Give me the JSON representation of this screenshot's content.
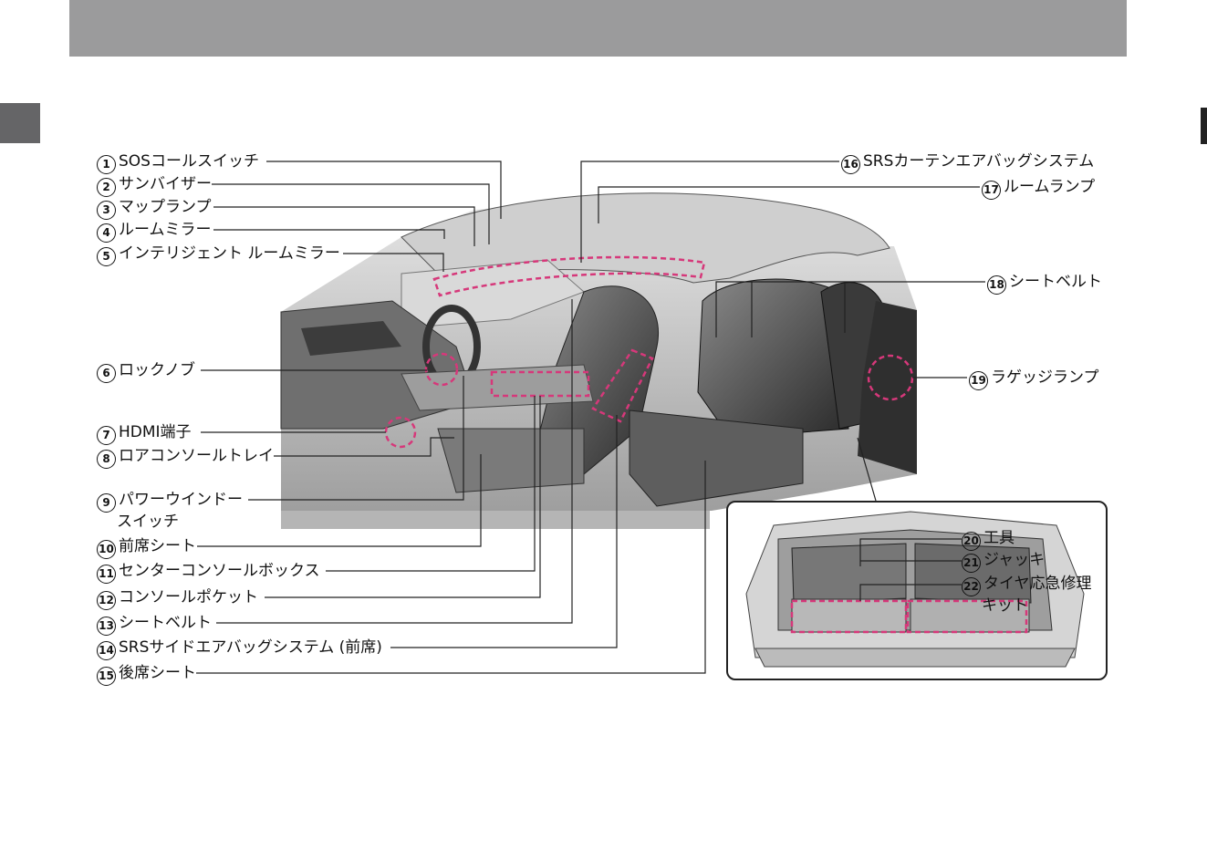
{
  "labels_left": [
    {
      "num": "1",
      "text": "SOSコールスイッチ"
    },
    {
      "num": "2",
      "text": "サンバイザー"
    },
    {
      "num": "3",
      "text": "マップランプ"
    },
    {
      "num": "4",
      "text": "ルームミラー"
    },
    {
      "num": "5",
      "text": "インテリジェント ルームミラー"
    },
    {
      "num": "6",
      "text": "ロックノブ"
    },
    {
      "num": "7",
      "text": "HDMI端子"
    },
    {
      "num": "8",
      "text": "ロアコンソールトレイ"
    },
    {
      "num": "9",
      "text": "パワーウインドー",
      "text2": "スイッチ"
    },
    {
      "num": "10",
      "text": "前席シート"
    },
    {
      "num": "11",
      "text": "センターコンソールボックス"
    },
    {
      "num": "12",
      "text": "コンソールポケット"
    },
    {
      "num": "13",
      "text": "シートベルト"
    },
    {
      "num": "14",
      "text": "SRSサイドエアバッグシステム (前席)"
    },
    {
      "num": "15",
      "text": "後席シート"
    }
  ],
  "labels_right": [
    {
      "num": "16",
      "text": "SRSカーテンエアバッグシステム"
    },
    {
      "num": "17",
      "text": "ルームランプ"
    },
    {
      "num": "18",
      "text": "シートベルト"
    },
    {
      "num": "19",
      "text": "ラゲッジランプ"
    }
  ],
  "labels_inset": [
    {
      "num": "20",
      "text": "工具"
    },
    {
      "num": "21",
      "text": "ジャッキ"
    },
    {
      "num": "22",
      "text": "タイヤ応急修理",
      "text2": "キット"
    }
  ],
  "colors": {
    "highlight": "#d6387a",
    "header": "#9b9b9c",
    "tab": "#656567"
  }
}
